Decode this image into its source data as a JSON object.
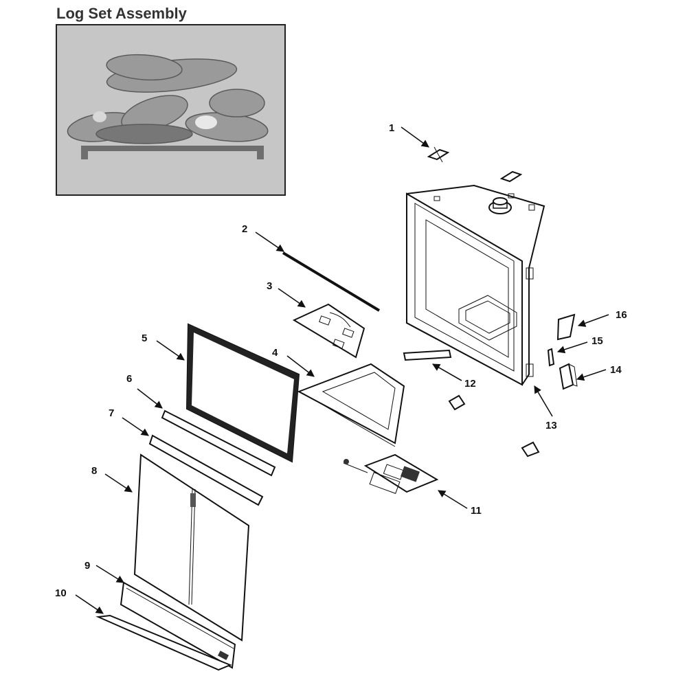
{
  "title": "Log Set Assembly",
  "callouts": [
    {
      "num": "1"
    },
    {
      "num": "2"
    },
    {
      "num": "3"
    },
    {
      "num": "4"
    },
    {
      "num": "5"
    },
    {
      "num": "6"
    },
    {
      "num": "7"
    },
    {
      "num": "8"
    },
    {
      "num": "9"
    },
    {
      "num": "10"
    },
    {
      "num": "11"
    },
    {
      "num": "12"
    },
    {
      "num": "13"
    },
    {
      "num": "14"
    },
    {
      "num": "15"
    },
    {
      "num": "16"
    }
  ]
}
